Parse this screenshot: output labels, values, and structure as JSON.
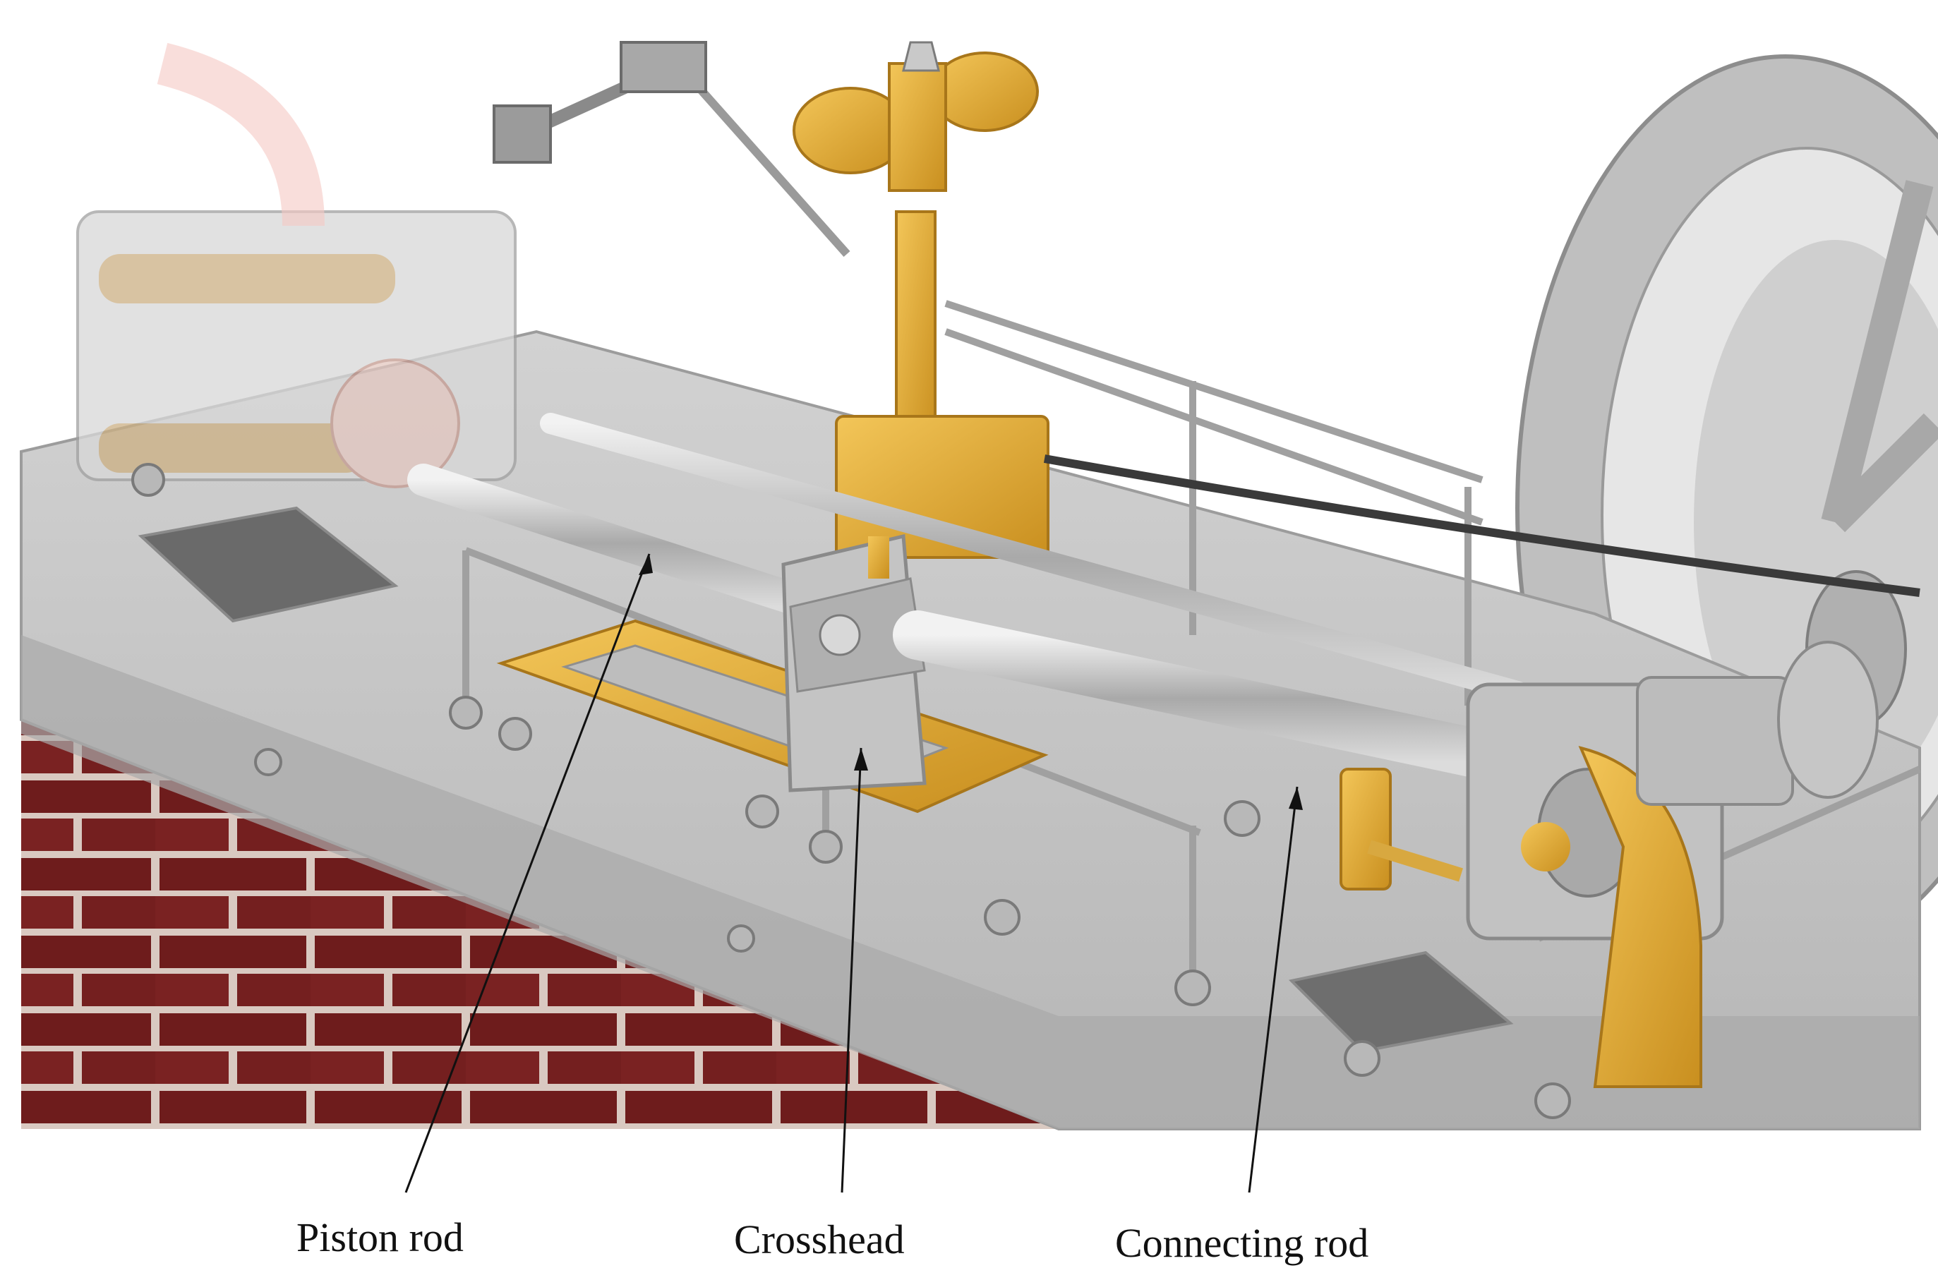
{
  "labels": {
    "piston_rod": "Piston rod",
    "crosshead": "Crosshead",
    "connecting_rod": "Connecting rod"
  },
  "colors": {
    "brass": "#e0aa35",
    "steel": "#bdbdbd",
    "brick": "#6e1c1c",
    "mortar": "#d9c9c1",
    "bed": "#c7c7c7"
  }
}
